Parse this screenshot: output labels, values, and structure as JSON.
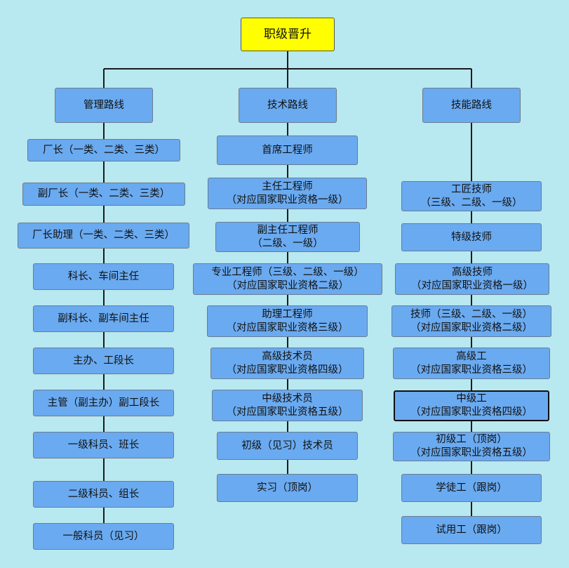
{
  "root": {
    "label": "职级晋升"
  },
  "management": {
    "header": "管理路线",
    "items": [
      [
        "厂长（一类、二类、三类）"
      ],
      [
        "副厂长（一类、二类、三类）"
      ],
      [
        "厂长助理（一类、二类、三类）"
      ],
      [
        "科长、车间主任"
      ],
      [
        "副科长、副车间主任"
      ],
      [
        "主办、工段长"
      ],
      [
        "主管（副主办）副工段长"
      ],
      [
        "一级科员、班长"
      ],
      [
        "二级科员、组长"
      ],
      [
        "一般科员（见习）"
      ]
    ]
  },
  "technical": {
    "header": "技术路线",
    "items": [
      [
        "首席工程师"
      ],
      [
        "主任工程师",
        "（对应国家职业资格一级）"
      ],
      [
        "副主任工程师",
        "（二级、一级）"
      ],
      [
        "专业工程师（三级、二级、一级）",
        "（对应国家职业资格二级）"
      ],
      [
        "助理工程师",
        "（对应国家职业资格三级）"
      ],
      [
        "高级技术员",
        "（对应国家职业资格四级）"
      ],
      [
        "中级技术员",
        "（对应国家职业资格五级）"
      ],
      [
        "初级（见习）技术员"
      ],
      [
        "实习（顶岗）"
      ]
    ]
  },
  "skill": {
    "header": "技能路线",
    "items": [
      [
        "工匠技师",
        "（三级、二级、一级）"
      ],
      [
        "特级技师"
      ],
      [
        "高级技师",
        "（对应国家职业资格一级）"
      ],
      [
        "技师（三级、二级、一级）",
        "（对应国家职业资格二级）"
      ],
      [
        "高级工",
        "（对应国家职业资格三级）"
      ],
      [
        "中级工",
        "（对应国家职业资格四级）"
      ],
      [
        "初级工（顶岗）",
        "（对应国家职业资格五级）"
      ],
      [
        "学徒工（跟岗）"
      ],
      [
        "试用工（跟岗）"
      ]
    ],
    "highlighted_index": 5
  },
  "colors": {
    "background": "#b8e8f0",
    "box_fill": "#6aaaf0",
    "root_fill": "#ffff00",
    "connector": "#1a1a1a"
  }
}
